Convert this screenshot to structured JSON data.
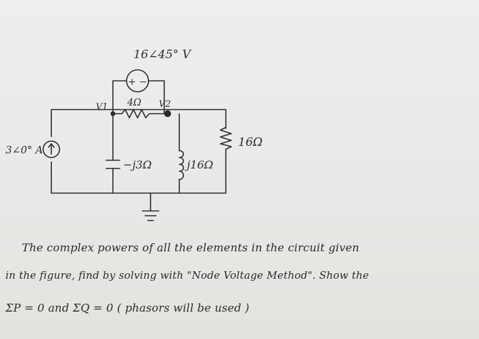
{
  "circuit": {
    "voltage_source_label": "16∠45° V",
    "voltage_source_sign": "+ −",
    "resistor_top_label": "4Ω",
    "node_v1_label": "V1",
    "node_v2_label": "V2",
    "resistor_right_label": "16Ω",
    "current_source_label": "3∠0° A",
    "capacitor_label": "−j3Ω",
    "inductor_label": "j16Ω"
  },
  "problem": {
    "line1": "The complex powers of all the elements in the circuit given",
    "line2": "in the figure, find by solving with \"Node Voltage Method\". Show the",
    "line3": "ΣP = 0  and  ΣQ = 0  ( phasors will be used )"
  }
}
